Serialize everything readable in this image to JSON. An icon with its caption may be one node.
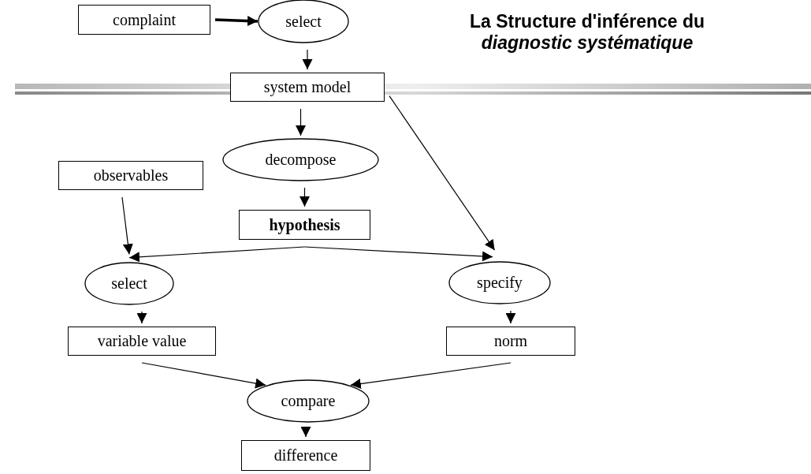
{
  "diagram": {
    "title": "La Structure d'inférence du *diagnostic systématique*",
    "nodes": [
      {
        "text": [
          "complaint"
        ]
      },
      {
        "text": [
          "select"
        ]
      },
      {
        "text": [
          "system model"
        ]
      },
      {
        "text": [
          "observables"
        ]
      },
      {
        "text": [
          "decompose"
        ]
      },
      {
        "text": [
          "hypothesis"
        ]
      },
      {
        "text": [
          "select"
        ]
      },
      {
        "text": [
          "specify"
        ]
      },
      {
        "text": [
          "variable value"
        ]
      },
      {
        "text": [
          "norm"
        ]
      },
      {
        "text": [
          "compare"
        ]
      },
      {
        "text": [
          "difference"
        ]
      }
    ],
    "edges": [
      {
        "from": 0,
        "to": 1,
        "arrow": "to",
        "style": "thick"
      },
      {
        "from": 1,
        "to": 2,
        "arrow": "to"
      },
      {
        "from": 2,
        "to": 4,
        "arrow": "to"
      },
      {
        "from": 2,
        "to": 7,
        "arrow": "to"
      },
      {
        "from": 4,
        "to": 5,
        "arrow": "to"
      },
      {
        "from": 3,
        "to": 6,
        "arrow": "to"
      },
      {
        "from": 5,
        "to": 6,
        "arrow": "to"
      },
      {
        "from": 5,
        "to": 7,
        "arrow": "to"
      },
      {
        "from": 6,
        "to": 8,
        "arrow": "to"
      },
      {
        "from": 7,
        "to": 9,
        "arrow": "to"
      },
      {
        "from": 8,
        "to": 10,
        "arrow": "to"
      },
      {
        "from": 9,
        "to": 10,
        "arrow": "to"
      },
      {
        "from": 10,
        "to": 11,
        "arrow": "to"
      }
    ]
  }
}
